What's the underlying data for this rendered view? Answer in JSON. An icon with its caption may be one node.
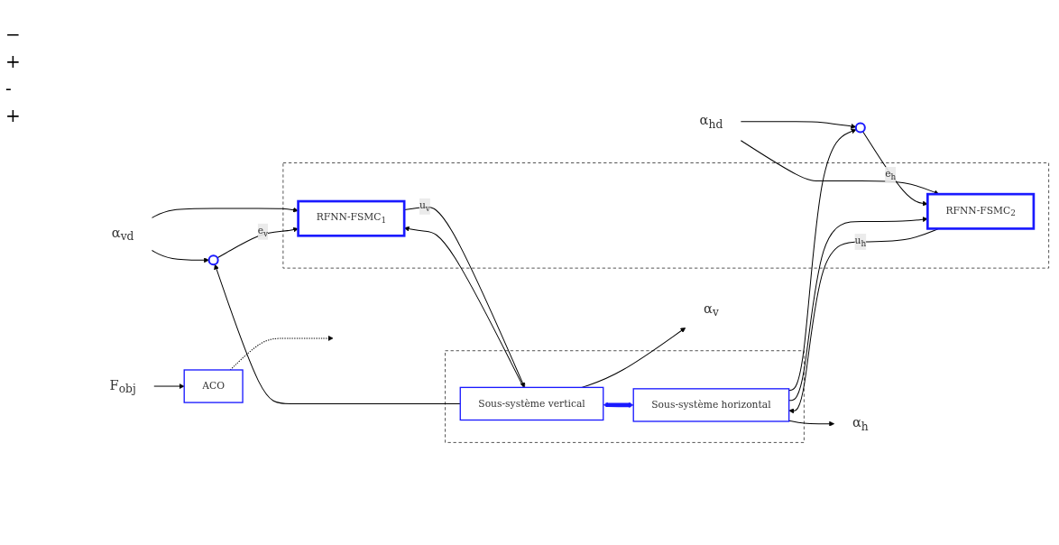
{
  "diagram": {
    "nodes": [
      {
        "text": [
          "ACO"
        ]
      },
      {
        "text": [
          "F$_{obj}$"
        ]
      },
      {
        "text": [],
        "shape": "box"
      },
      {
        "text": [
          "RFNN-FSMC$_{1}$"
        ],
        "in": 2
      },
      {
        "text": [
          "RFNN-FSMC$_{2}$"
        ],
        "in": 2
      },
      {
        "text": [],
        "shape": "box"
      },
      {
        "text": [
          "Sous-système vertical"
        ],
        "in": 5
      },
      {
        "text": [
          "Sous-système horizontal"
        ],
        "in": 5
      },
      {
        "text": [
          "α$_{vd}$"
        ]
      },
      {
        "text": [
          "α$_{hd}$"
        ]
      },
      {
        "text": [
          "α$_{v}$"
        ]
      },
      {
        "text": [
          "α$_{h}$"
        ]
      },
      {
        "text": [],
        "shape": "circle"
      },
      {
        "text": [],
        "shape": "circle"
      }
    ],
    "edges": [
      {
        "from": 1,
        "to": 0,
        "arrow": "to"
      },
      {
        "from": 0,
        "to": null,
        "arrow": "to",
        "style": "dashed"
      },
      {
        "from": 8,
        "to": 12,
        "arrow": "to"
      },
      {
        "from": 8,
        "to": 3,
        "arrow": "to"
      },
      {
        "from": 12,
        "to": 3,
        "arrow": "to",
        "label": "e$_{v}$"
      },
      {
        "from": 9,
        "to": 13,
        "arrow": "to"
      },
      {
        "from": 9,
        "to": 4,
        "arrow": "to"
      },
      {
        "from": 13,
        "to": 4,
        "arrow": "to",
        "label": "e$_{h}$"
      },
      {
        "from": 3,
        "to": 6,
        "arrow": "to",
        "label": "u$_{v}$"
      },
      {
        "from": 4,
        "to": 7,
        "arrow": "to",
        "label": "u$_{h}$"
      },
      {
        "from": 6,
        "to": 10,
        "arrow": "to"
      },
      {
        "from": 7,
        "to": 11,
        "arrow": "to"
      },
      {
        "from": 6,
        "to": 7,
        "arrow": "both",
        "style": "thick",
        "color": "#1a1aff"
      },
      {
        "from": 6,
        "to": 12,
        "arrow": "to"
      },
      {
        "from": 6,
        "to": 3,
        "arrow": "to"
      },
      {
        "from": 7,
        "to": 13,
        "arrow": "to"
      },
      {
        "from": 7,
        "to": 4,
        "arrow": "to"
      }
    ],
    "labels": [
      "−",
      "+",
      "-",
      "+"
    ]
  }
}
